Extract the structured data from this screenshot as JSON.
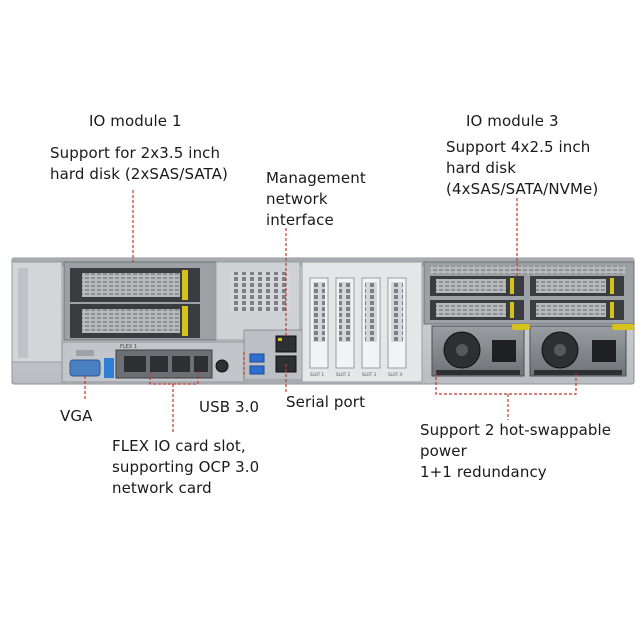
{
  "labels": {
    "io_module_1": {
      "title": "IO module 1",
      "lines": [
        "Support for 2x3.5 inch",
        "hard disk (2xSAS/SATA)"
      ]
    },
    "io_module_3": {
      "title": "IO module 3",
      "lines": [
        "Support 4x2.5 inch",
        "hard disk",
        "(4xSAS/SATA/NVMe)"
      ]
    },
    "management": {
      "lines": [
        "Management",
        "network",
        "interface"
      ]
    },
    "vga": "VGA",
    "usb": "USB 3.0",
    "serial": "Serial port",
    "flex": {
      "lines": [
        "FLEX IO card slot,",
        "supporting OCP 3.0",
        "network card"
      ]
    },
    "power": {
      "lines": [
        "Support 2 hot-swappable",
        "power",
        "1+1 redundancy"
      ]
    }
  },
  "device_marks": {
    "flex_slot": "FLEX 1",
    "slot_labels": [
      "SLOT 1",
      "SLOT 2",
      "SLOT 3",
      "SLOT 4"
    ]
  },
  "colors": {
    "callout_line": "#c0392b",
    "chassis": "#c9ccd0",
    "drive_tray": "#3a3d40",
    "accent_yellow": "#d6c21a",
    "vga_blue": "#4a7fc1",
    "usb_blue": "#2f6fd0"
  }
}
